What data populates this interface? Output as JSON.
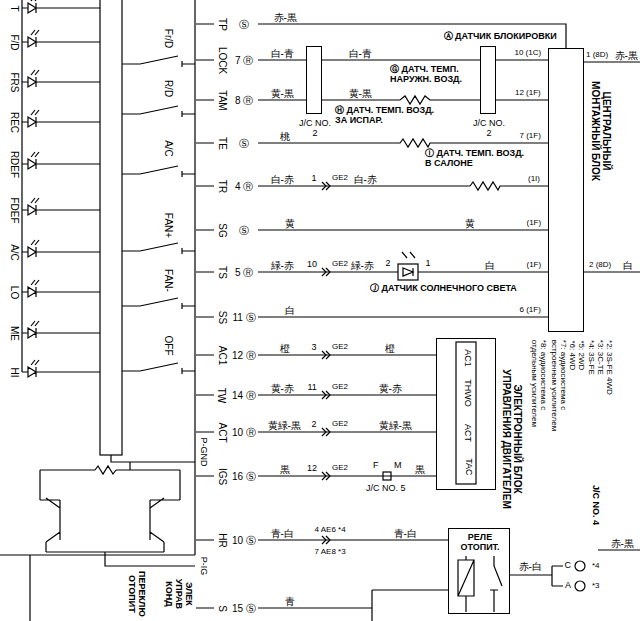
{
  "diagram": {
    "nodes": [
      {
        "text": [
          "ЦЕНТРАЛЬНЫЙ МОНТАЖНЫЙ БЛОК"
        ]
      },
      {
        "text": [
          "J/C NO. 2"
        ]
      },
      {
        "text": [
          "J/C NO. 2"
        ]
      },
      {
        "text": [
          "AC1",
          "THWO",
          "ACT",
          "TAC",
          "ЭЛЕКТРОННЫЙ БЛОК УПРАВЛЕНИЯ ДВИГАТЕЛЕМ"
        ]
      },
      {
        "text": [
          "РЕЛЕ ОТОПИТ."
        ]
      }
    ],
    "edges": [
      {
        "from": 1,
        "to": 2,
        "label": "白-青",
        "arrow": "none"
      },
      {
        "from": 1,
        "to": 2,
        "label": "黄-黒",
        "arrow": "none"
      },
      {
        "from": 2,
        "to": 0,
        "arrow": "none"
      },
      {
        "from": 2,
        "to": 0,
        "arrow": "none"
      }
    ],
    "labels": [
      "T",
      "F/D",
      "FRS",
      "REC",
      "RDEF",
      "FDEF",
      "A/C",
      "LO",
      "ME",
      "HI",
      "Fr/D",
      "R/D",
      "A/C",
      "FAN+",
      "FAN-",
      "OFF",
      "P-GND",
      "P-IG",
      "ПЕРЕКЛЮ ОТОПИТ",
      "ЭЛЕК УПРАВ КОНД",
      "TP",
      "LOCK",
      "TAM",
      "TE",
      "TR",
      "SG",
      "TS",
      "SS",
      "AC1",
      "TW",
      "ACT",
      "IGS",
      "HR",
      "S",
      "Ⓢ",
      "7 Ⓡ",
      "8 Ⓡ",
      "Ⓢ",
      "4 Ⓡ",
      "Ⓢ",
      "5 Ⓡ",
      "11 Ⓢ",
      "12 Ⓡ",
      "14 Ⓡ",
      "10 Ⓡ",
      "16 Ⓢ",
      "10 Ⓢ",
      "15 Ⓢ",
      "赤-黒",
      "白-青",
      "黄-黒",
      "桃",
      "白-赤",
      "白-赤",
      "黄",
      "黄",
      "緑-赤",
      "緑-赤",
      "白",
      "白",
      "橙",
      "橙",
      "黄-赤",
      "黄-赤",
      "黄緑-黒",
      "黄緑-黒",
      "黒",
      "黒",
      "青-白",
      "青-白",
      "青",
      "Ⓐ ДАТЧИК БЛОКИРОВКИ",
      "Ⓖ ДАТЧ. ТЕМП. НАРУЖН. ВОЗД.",
      "Ⓗ ДАТЧ. ТЕМП. ВОЗД. ЗА ИСПАР.",
      "Ⓘ ДАТЧ. ТЕМП. ВОЗД. В САЛОНЕ",
      "Ⓙ ДАТЧИК СОЛНЕЧНОГО СВЕТА",
      "2",
      "1",
      "1",
      "GE2",
      "10",
      "GE2",
      "3",
      "GE2",
      "11",
      "GE2",
      "2",
      "GE2",
      "12",
      "GE2",
      "4 AE6 *4",
      "7 AE8 *3",
      "F",
      "M",
      "J/C NO. 5",
      "10 (1C)",
      "12 (1F)",
      "7 (1F)",
      "(1I)",
      "(1F)",
      "(1F)",
      "6 (1F)",
      "1 (8D)",
      "赤-黒",
      "2 (8D)",
      "白",
      "*2: 3S-FE 4WD",
      "*3: 3C-TE",
      "*4: 3S-FE",
      "*5: 2WD",
      "*6: 4WD",
      "*7: аудиосистема с встроенным усилителем",
      "*8: аудиосистема с отдельным усилителем",
      "J/C NO. 4",
      "赤-白",
      "C",
      "*4",
      "A",
      "*3",
      "赤-黒"
    ]
  }
}
